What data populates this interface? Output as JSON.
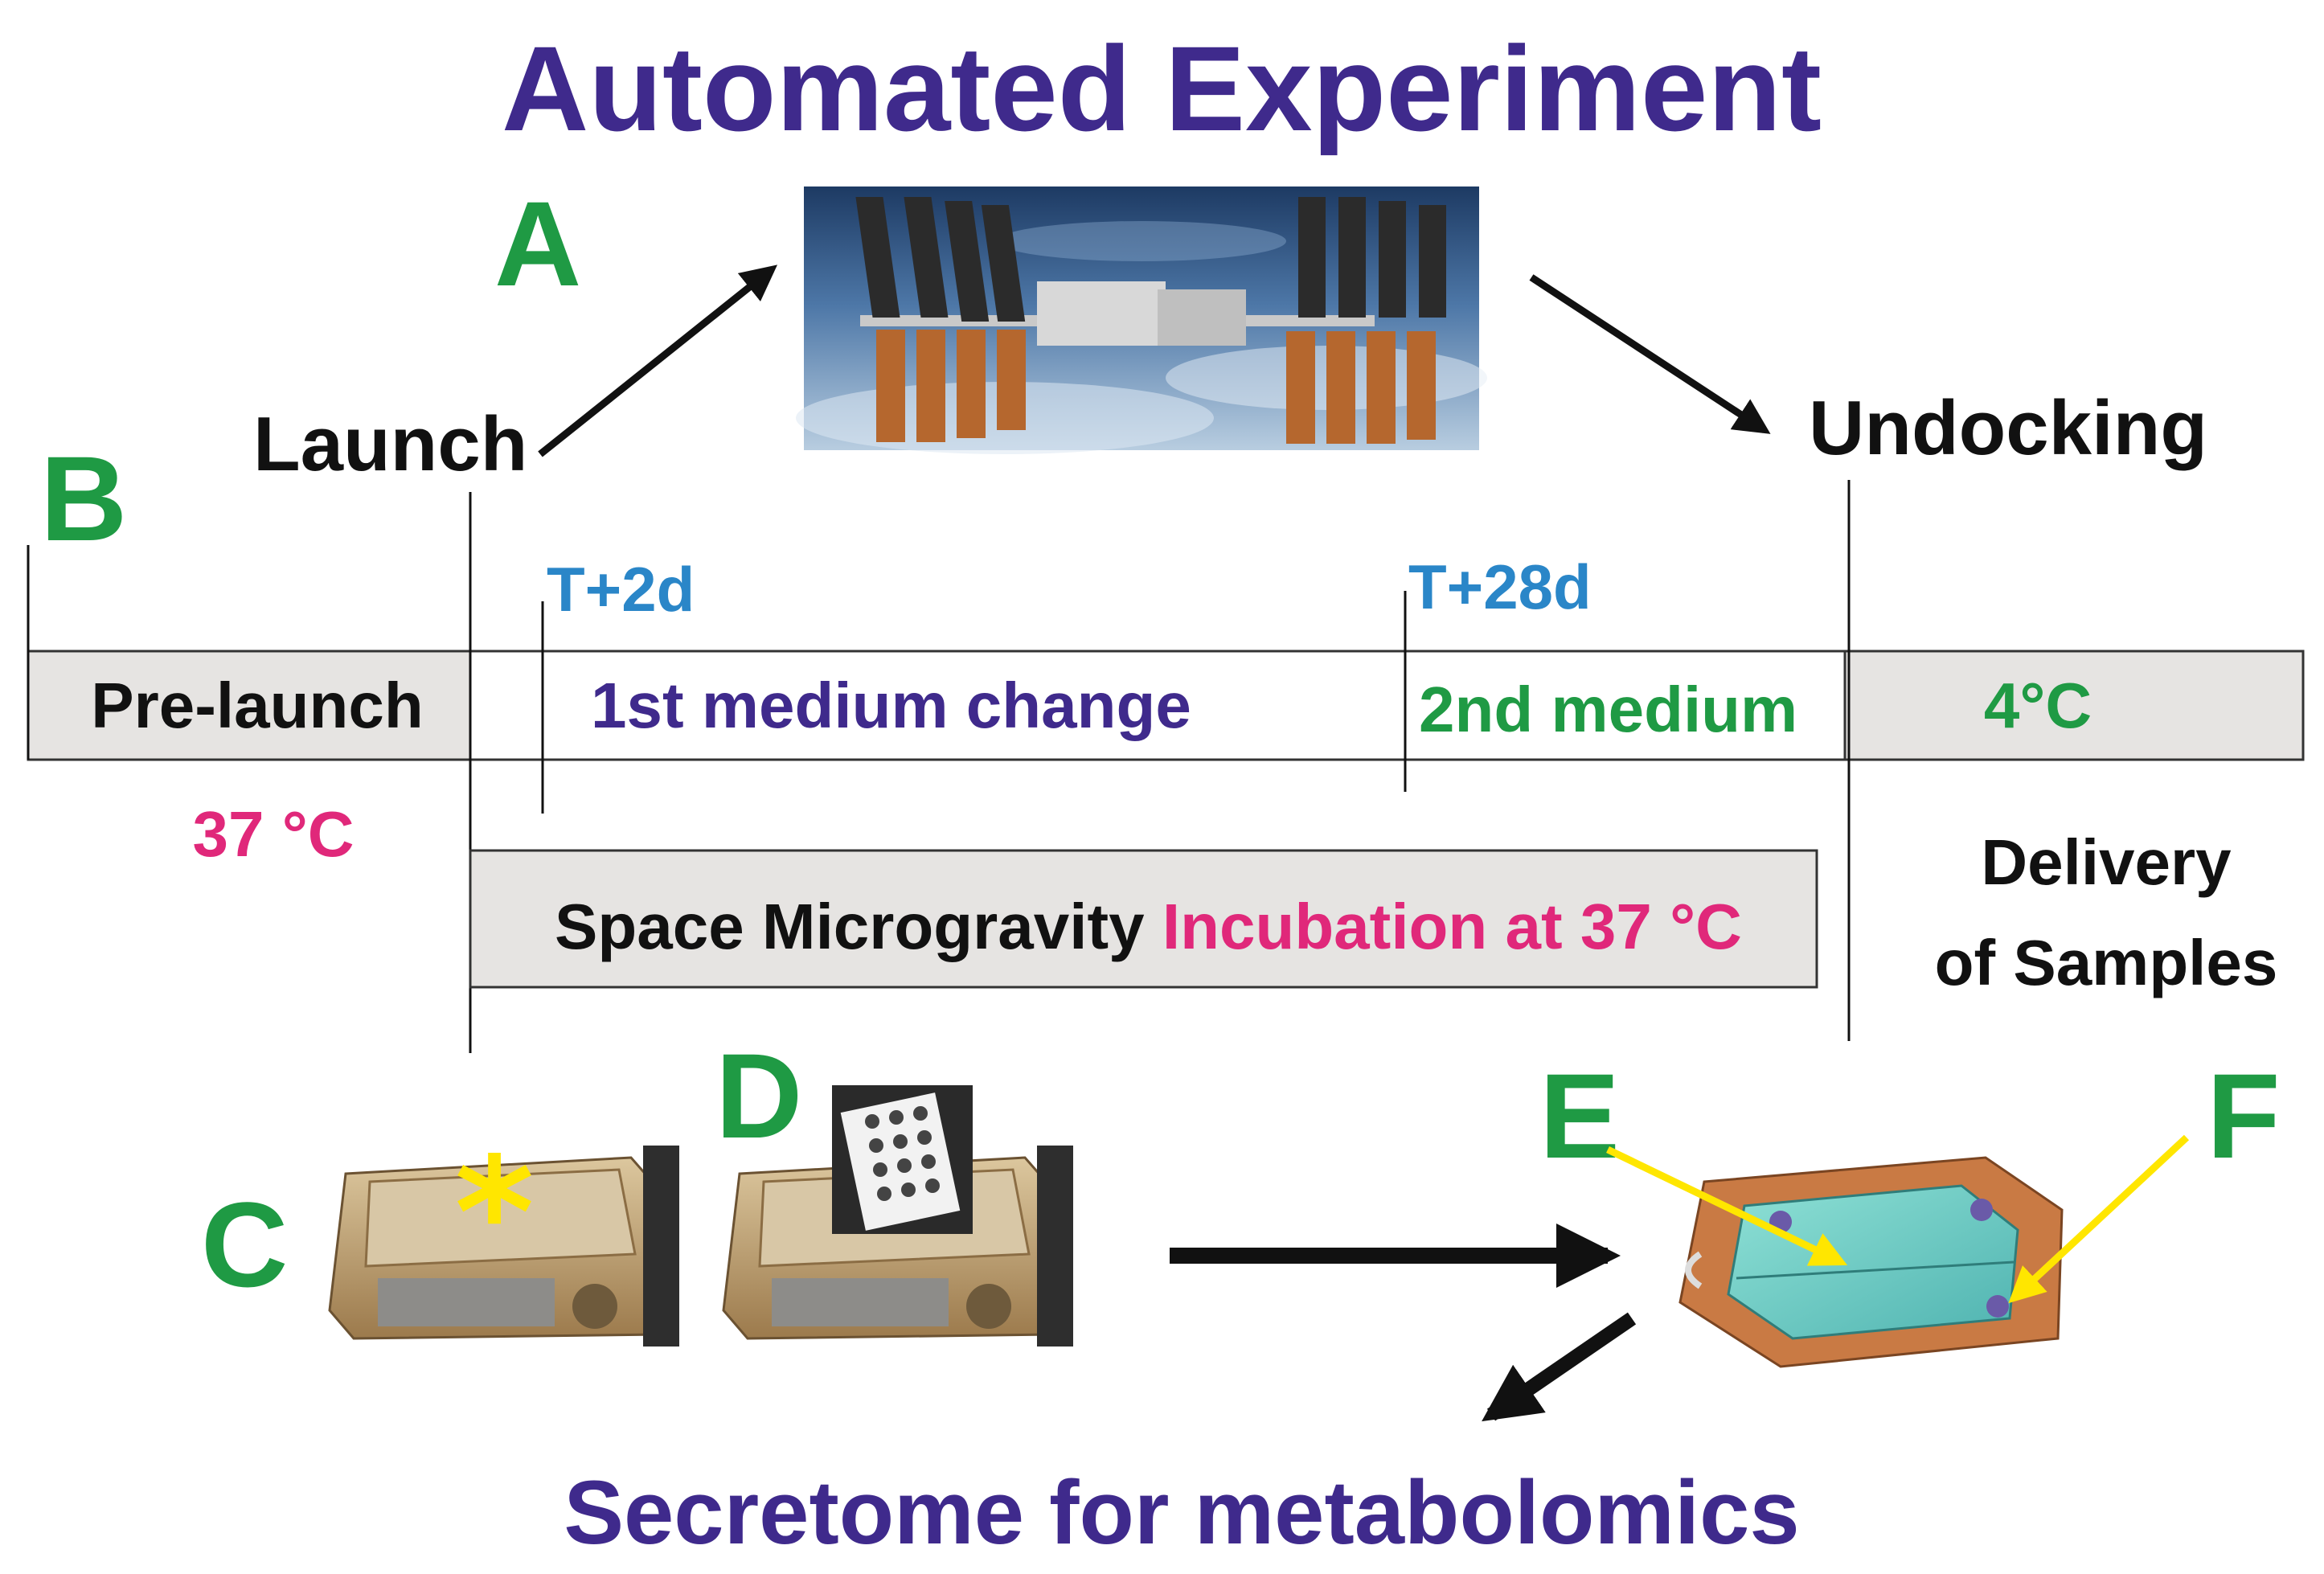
{
  "title": "Automated Experiment",
  "panels": {
    "a": "A",
    "b": "B",
    "c": "C",
    "d": "D",
    "e": "E",
    "f": "F"
  },
  "events": {
    "launch": "Launch",
    "undocking": "Undocking"
  },
  "timepoints": {
    "t2": "T+2d",
    "t28": "T+28d"
  },
  "timeline": {
    "prelaunch": "Pre-launch",
    "first_change": "1st medium change",
    "second_change": "2nd medium",
    "cold": "4°C",
    "prelaunch_temp": "37 °C"
  },
  "incubation": {
    "part1": "Space Microgravity ",
    "part2": "Incubation at 37 °C"
  },
  "delivery": {
    "line1": "Delivery",
    "line2": "of Samples"
  },
  "footer": "Secretome for metabolomics",
  "colors": {
    "title": "#3f2a8c",
    "panel_letter": "#1f9a44",
    "timepoint": "#2a86c8",
    "magenta": "#e0287a",
    "purple": "#3f2a8c",
    "green": "#1f9a44",
    "bar_fill": "#e6e4e2",
    "asterisk": "#ffe600",
    "pointer_arrow": "#ffe600"
  }
}
